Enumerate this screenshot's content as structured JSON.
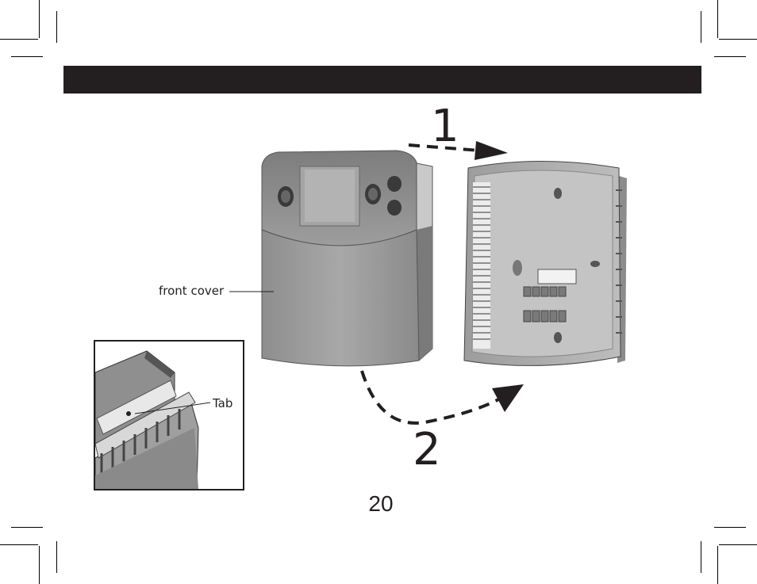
{
  "labels": {
    "front_cover": "front cover",
    "tab": "Tab"
  },
  "steps": {
    "step1": "1",
    "step2": "2"
  },
  "page": {
    "number": "20"
  },
  "colors": {
    "header": "#231f20",
    "device_body": "#9a9a9a",
    "wallplate": "#b5b5b5"
  }
}
